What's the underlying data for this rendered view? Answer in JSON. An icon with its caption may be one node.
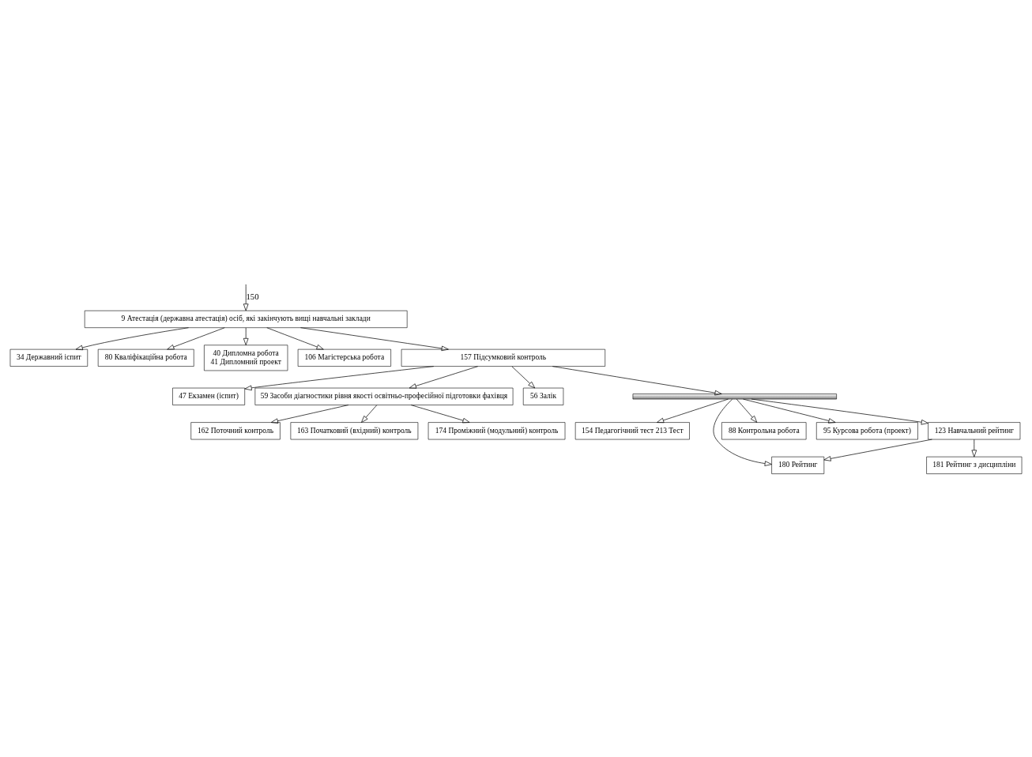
{
  "diagram": {
    "nodes": [
      {
        "text": [
          "9 Атестація (державна атестація) осіб, які закінчують вищі навчальні заклади"
        ]
      },
      {
        "text": [
          "34 Державний іспит"
        ]
      },
      {
        "text": [
          "80 Кваліфікаційна робота"
        ]
      },
      {
        "text": [
          "40 Дипломна робота",
          "41 Дипломний проект"
        ]
      },
      {
        "text": [
          "106 Магістерська робота"
        ]
      },
      {
        "text": [
          "157 Підсумковий контроль"
        ]
      },
      {
        "text": [
          "47 Екзамен (іспит)"
        ]
      },
      {
        "text": [
          "59 Засоби діагностики рівня якості освітньо-професійної підготовки фахівця"
        ]
      },
      {
        "text": [
          "56 Залік"
        ]
      },
      {
        "text": [
          "163 Початковий (вхідний) контроль"
        ]
      },
      {
        "text": [],
        "shape": "bar"
      },
      {
        "text": [
          "174 Проміжний (модульний) контроль"
        ]
      },
      {
        "text": [
          "162 Поточний контроль"
        ]
      },
      {
        "text": [
          "88 Контрольна робота"
        ]
      },
      {
        "text": [
          "95 Курсова робота (проект)"
        ]
      },
      {
        "text": [
          "123 Навчальний рейтинг"
        ]
      },
      {
        "text": [
          "154 Педагогічний тест 213 Тест"
        ]
      },
      {
        "text": [
          "180 Рейтинг"
        ]
      },
      {
        "text": [
          "181 Рейтинг з дисципліни"
        ]
      }
    ],
    "edges": [
      {
        "from": null,
        "to": 0,
        "arrow": "to",
        "label": "150"
      },
      {
        "from": 0,
        "to": 1,
        "arrow": "to"
      },
      {
        "from": 0,
        "to": 2,
        "arrow": "to"
      },
      {
        "from": 0,
        "to": 3,
        "arrow": "to"
      },
      {
        "from": 0,
        "to": 4,
        "arrow": "to"
      },
      {
        "from": 0,
        "to": 5,
        "arrow": "to"
      },
      {
        "from": 5,
        "to": 10,
        "arrow": "to"
      },
      {
        "from": 5,
        "to": 8,
        "arrow": "to"
      },
      {
        "from": 5,
        "to": 6,
        "arrow": "to"
      },
      {
        "from": 5,
        "to": 7,
        "arrow": "to"
      },
      {
        "from": 7,
        "to": 9,
        "arrow": "to"
      },
      {
        "from": 7,
        "to": 11,
        "arrow": "to"
      },
      {
        "from": 7,
        "to": 12,
        "arrow": "to"
      },
      {
        "from": 10,
        "to": 13,
        "arrow": "to"
      },
      {
        "from": 10,
        "to": 16,
        "arrow": "to"
      },
      {
        "from": 10,
        "to": 14,
        "arrow": "to"
      },
      {
        "from": 10,
        "to": 17,
        "arrow": "to"
      },
      {
        "from": 10,
        "to": 15,
        "arrow": "to"
      },
      {
        "from": 15,
        "to": 17,
        "arrow": "to"
      },
      {
        "from": 15,
        "to": 18,
        "arrow": "to"
      }
    ]
  }
}
